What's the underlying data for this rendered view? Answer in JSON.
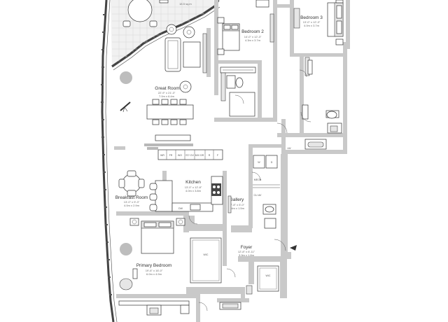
{
  "rooms": {
    "terrace": {
      "dims": "18.5 sq.m"
    },
    "bedroom2": {
      "name": "Bedroom 2",
      "dims_imperial": "14'-0\" x 12'-3\"",
      "dims_metric": "4.3m x 3.7m"
    },
    "bedroom3": {
      "name": "Bedroom 3",
      "dims_imperial": "13'-0\" x 12'-3\"",
      "dims_metric": "4.0m x 3.7m"
    },
    "great_room": {
      "name": "Great Room",
      "dims_imperial": "22'-9\" x 21'-3\"",
      "dims_metric": "7.0m x 6.4m"
    },
    "kitchen": {
      "name": "Kitchen",
      "dims_imperial": "13'-0\" x 12'-8\"",
      "dims_metric": "4.0m x 3.8m"
    },
    "breakfast": {
      "name": "Breakfast Room",
      "dims_imperial": "13'-0\" x 9'-3\"",
      "dims_metric": "4.0m x 2.9m"
    },
    "gallery": {
      "name": "Gallery",
      "dims_imperial": "17'-8\" x 5'-0\"",
      "dims_metric": "5.4m x 1.5m"
    },
    "foyer": {
      "name": "Foyer",
      "dims_imperial": "12'-8\" x 6'-11\"",
      "dims_metric": "3.9m x 1.8m"
    },
    "primary": {
      "name": "Primary Bedroom",
      "dims_imperial": "19'-6\" x 16'-0\"",
      "dims_metric": "6.0m x 4.9m"
    }
  },
  "appliances": [
    "WR",
    "FR",
    "WO",
    "ST/ OV",
    "MV/ DR",
    "R",
    "F"
  ],
  "tags": {
    "w": "W",
    "d": "D",
    "mech": "MECH",
    "cl": "CL/ AV",
    "lw": "LW",
    "dw": "DW",
    "wic1": "WIC",
    "wic2": "WIC"
  }
}
